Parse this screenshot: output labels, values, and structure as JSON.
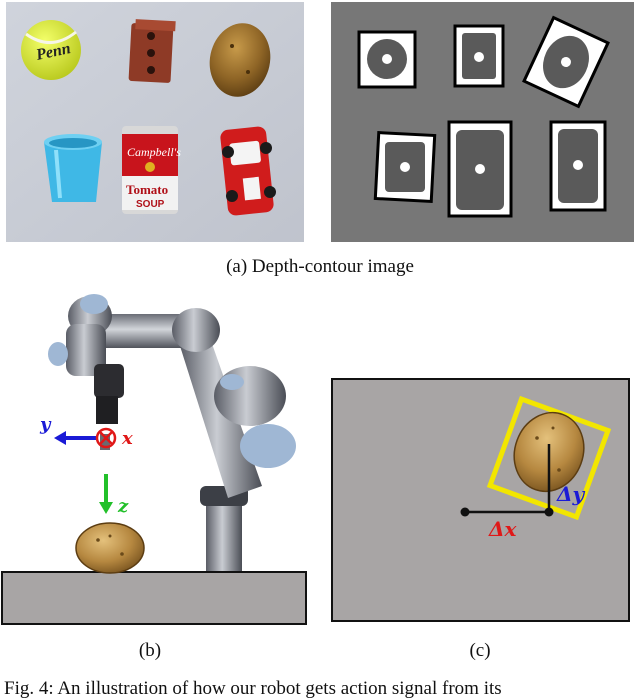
{
  "panel_a": {
    "caption": "(a) Depth-contour image",
    "photo": {
      "objects": [
        "tennis-ball",
        "brick",
        "potato",
        "cup",
        "soup-can",
        "toy-car"
      ],
      "ball_text": "Penn",
      "can_brand": "Campbell's",
      "can_label_1": "Tomato",
      "can_label_2": "SOUP"
    },
    "contour": {
      "boxes": 6
    }
  },
  "panel_b": {
    "caption": "(b)",
    "axis_y": "y",
    "axis_x": "x",
    "axis_z": "z",
    "colors": {
      "y": "#1a1ad6",
      "x": "#e01818",
      "z": "#22c02a"
    }
  },
  "panel_c": {
    "caption": "(c)",
    "dx_label": "Δx",
    "dy_label": "Δy",
    "colors": {
      "box": "#f2e600",
      "dx": "#e01818",
      "dy": "#1a1ad6"
    }
  },
  "figure_caption": "Fig. 4: An illustration of how our robot gets action signal from its"
}
